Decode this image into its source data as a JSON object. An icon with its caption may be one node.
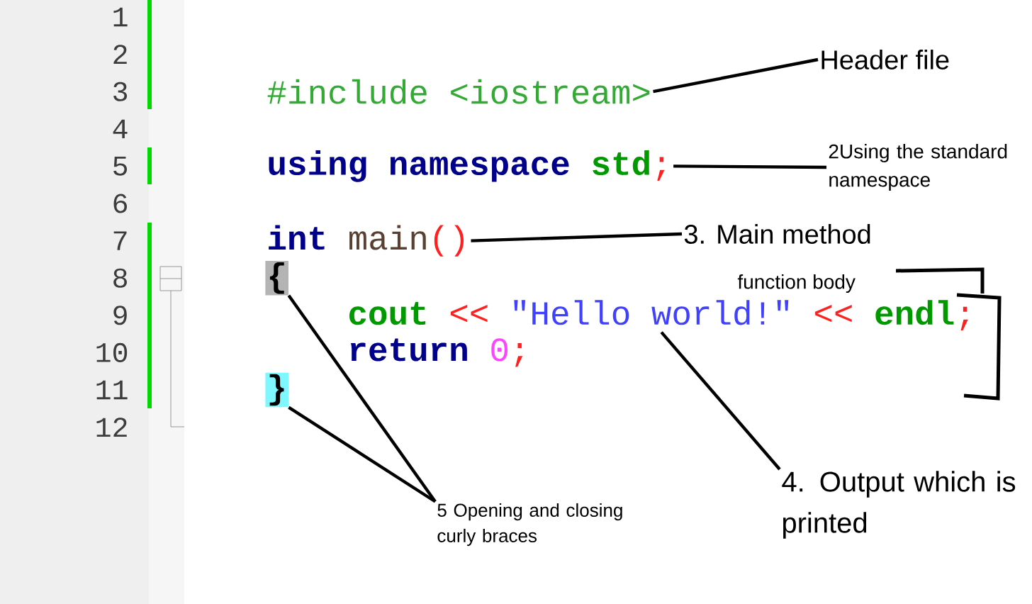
{
  "diagram": {
    "nodes": [
      {
        "text": [
          "#include <iostream>"
        ]
      },
      {
        "text": [
          "Header file"
        ]
      },
      {
        "text": [
          "using",
          "namespace",
          "std",
          ";"
        ]
      },
      {
        "text": [
          "2Using the standard namespace"
        ]
      },
      {
        "text": [
          "int",
          "main",
          "()"
        ]
      },
      {
        "text": [
          "3. Main method"
        ]
      },
      {
        "text": [
          "{"
        ]
      },
      {
        "text": [
          "cout",
          "<<",
          "\"Hello world!\"",
          "<<",
          "endl",
          ";"
        ]
      },
      {
        "text": [
          "return",
          "0",
          ";"
        ]
      },
      {
        "text": [
          "}"
        ]
      },
      {
        "text": [
          "5 Opening and closing curly braces"
        ]
      },
      {
        "text": [
          "4. Output which is printed"
        ]
      }
    ],
    "edges": [
      {
        "from": 1,
        "to": 0,
        "arrow": "none"
      },
      {
        "from": 3,
        "to": 2,
        "arrow": "none"
      },
      {
        "from": 5,
        "to": 4,
        "arrow": "none"
      },
      {
        "from": 10,
        "to": 6,
        "arrow": "none"
      },
      {
        "from": 10,
        "to": 9,
        "arrow": "none"
      },
      {
        "from": 11,
        "to": 7,
        "arrow": "none"
      }
    ],
    "labels": [
      "1",
      "2",
      "3",
      "4",
      "5",
      "6",
      "7",
      "8",
      "9",
      "10",
      "11",
      "12",
      "function body"
    ]
  }
}
